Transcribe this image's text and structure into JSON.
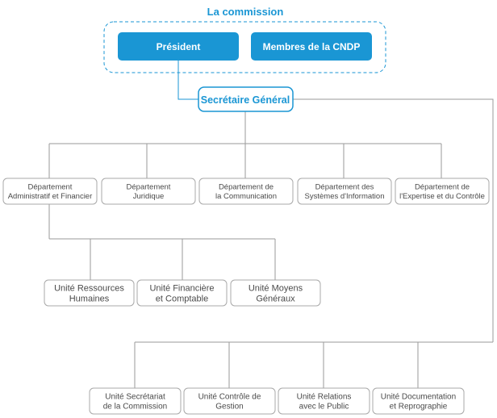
{
  "commission": {
    "title": "La commission",
    "president": "Président",
    "members": "Membres de la CNDP"
  },
  "secretary": "Secrétaire Général",
  "departments": [
    [
      "Département",
      "Administratif et Financier"
    ],
    [
      "Département",
      "Juridique"
    ],
    [
      "Département de",
      "la Communication"
    ],
    [
      "Département des",
      "Systèmes d'Information"
    ],
    [
      "Département de",
      "l'Expertise et du Contrôle"
    ]
  ],
  "admin_units": [
    [
      "Unité Ressources",
      "Humaines"
    ],
    [
      "Unité Financière",
      "et Comptable"
    ],
    [
      "Unité Moyens",
      "Généraux"
    ]
  ],
  "sg_units": [
    [
      "Unité Secrétariat",
      "de la Commission"
    ],
    [
      "Unité Contrôle de",
      "Gestion"
    ],
    [
      "Unité Relations",
      "avec le Public"
    ],
    [
      "Unité Documentation",
      "et Reprographie"
    ]
  ],
  "colors": {
    "accent": "#1a96d4",
    "line": "#9a9a9a",
    "box_border": "#a8a8a8",
    "text": "#4a4a4a"
  }
}
